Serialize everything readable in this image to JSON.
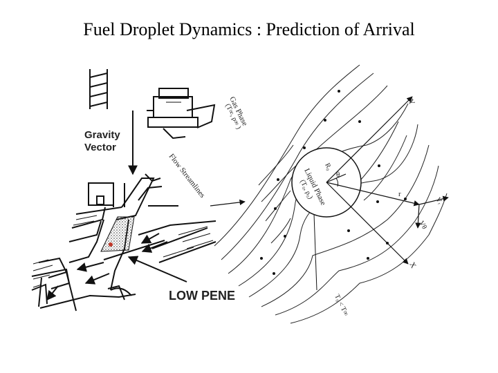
{
  "slide": {
    "title": "Fuel Droplet Dynamics : Prediction of Arrival"
  },
  "left_panel": {
    "gravity_label_line1": "Gravity",
    "gravity_label_line2": "Vector",
    "low_penetration_label": "LOW PENE"
  },
  "right_panel": {
    "gas_phase_label": "Gas Phase",
    "gas_phase_sub": "(T∞, ρ∞ )",
    "flow_label": "Flow Streamlines",
    "liquid_phase_label": "Liquid Phase",
    "liquid_phase_sub": "(T₀, ρ₀)",
    "r0_label": "R₀",
    "theta_label": "θ",
    "y_axis": "Y",
    "x_axis": "X",
    "r_label": "r",
    "vr_label": "Vᵣ",
    "vtheta_label": "Vθ",
    "temperature_note": "T₀ < T∞"
  }
}
